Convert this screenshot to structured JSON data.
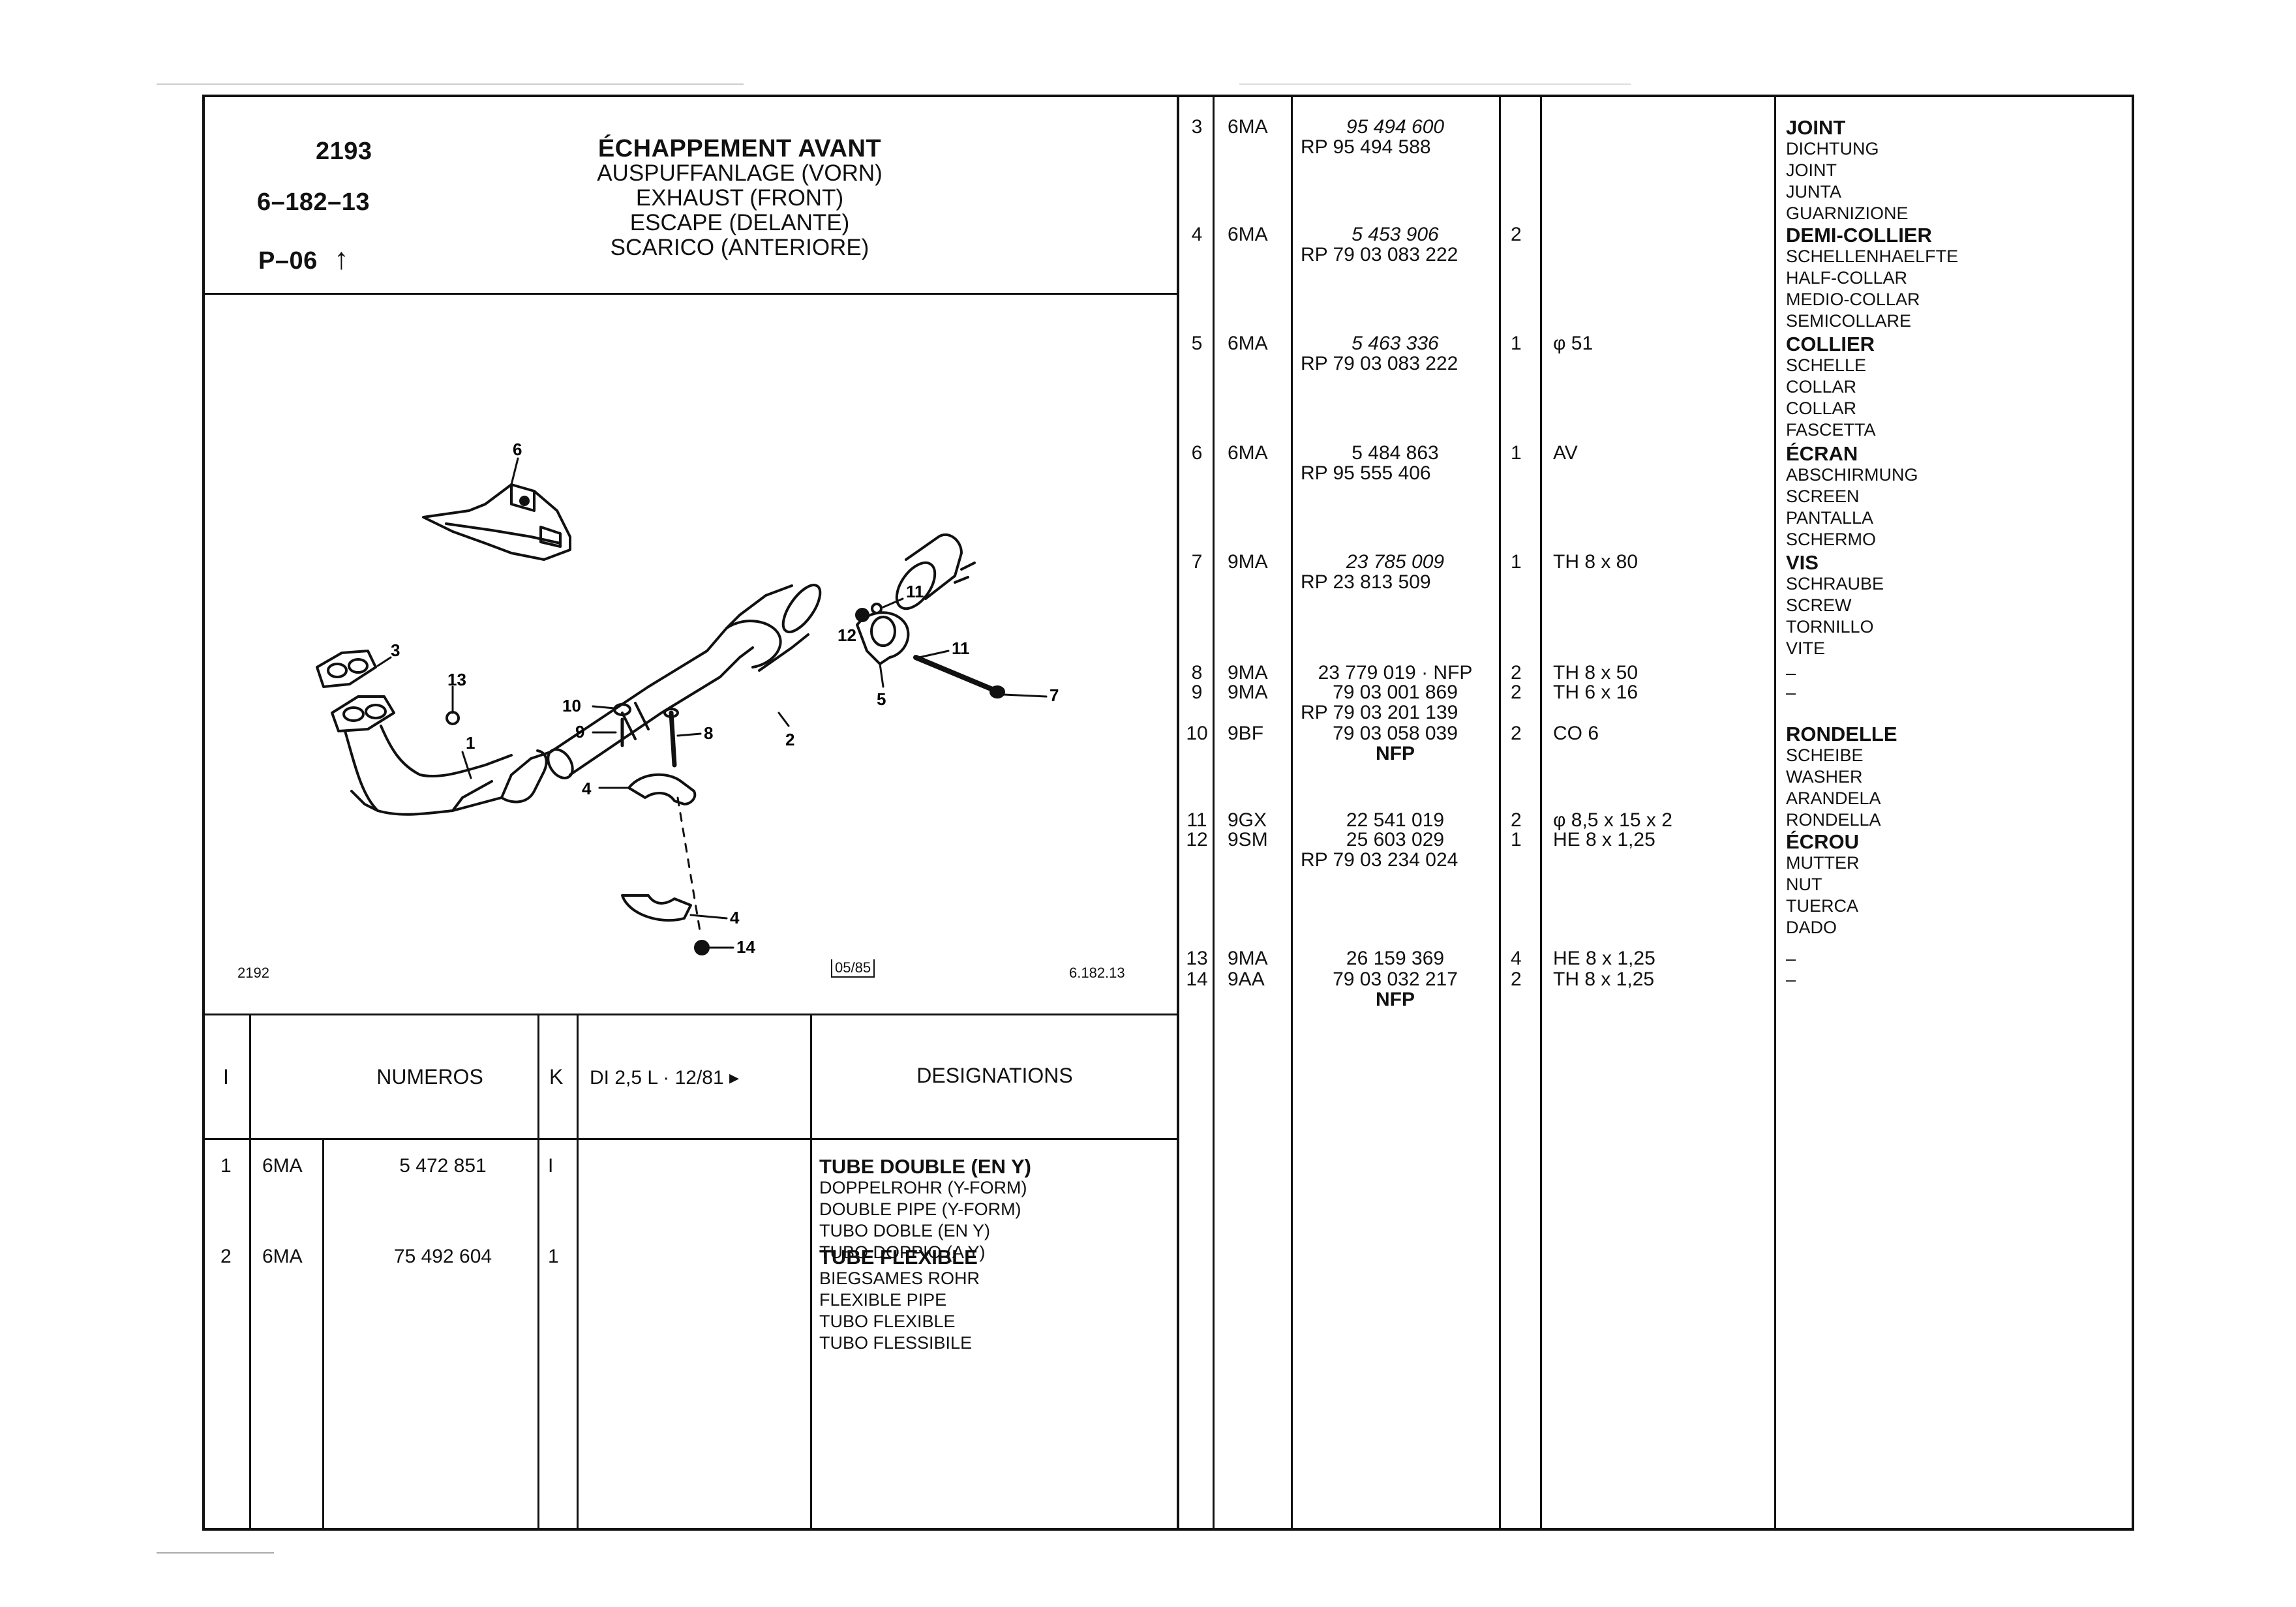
{
  "header": {
    "group_code": "2193",
    "section_code": "6–182–13",
    "page_ref": "P–06",
    "page_arrow": "↑",
    "titles": [
      "ÉCHAPPEMENT AVANT",
      "AUSPUFFANLAGE (VORN)",
      "EXHAUST (FRONT)",
      "ESCAPE (DELANTE)",
      "SCARICO (ANTERIORE)"
    ]
  },
  "diagram": {
    "callouts": [
      "1",
      "2",
      "3",
      "4",
      "4",
      "5",
      "6",
      "7",
      "8",
      "9",
      "10",
      "11",
      "11",
      "12",
      "13",
      "14"
    ],
    "footer_left": "2192",
    "footer_mid": "05/85",
    "footer_right": "6.182.13"
  },
  "table_header": {
    "col_index": "I",
    "col_numbers": "NUMEROS",
    "col_k": "K",
    "col_model": "DI 2,5 L · 12/81 ▸",
    "col_designations": "DESIGNATIONS"
  },
  "left_rows": [
    {
      "idx": "1",
      "code": "6MA",
      "number": "5 472 851",
      "qty": "I",
      "desc": [
        "TUBE DOUBLE (EN Y)",
        "DOPPELROHR (Y-FORM)",
        "DOUBLE PIPE (Y-FORM)",
        "TUBO DOBLE (EN Y)",
        "TUBO DOPPIO (A Y)"
      ]
    },
    {
      "idx": "2",
      "code": "6MA",
      "number": "75 492 604",
      "qty": "1",
      "desc": [
        "TUBE FLEXIBLE",
        "BIEGSAMES ROHR",
        "FLEXIBLE PIPE",
        "TUBO FLEXIBLE",
        "TUBO FLESSIBILE"
      ]
    }
  ],
  "right_rows": [
    {
      "idx": "3",
      "code": "6MA",
      "lines": [
        "95 494 600",
        "RP 95 494 588"
      ],
      "italic_first": true,
      "qty": "",
      "spec": "",
      "desc": [
        "JOINT",
        "DICHTUNG",
        "JOINT",
        "JUNTA",
        "GUARNIZIONE"
      ]
    },
    {
      "idx": "4",
      "code": "6MA",
      "lines": [
        "5 453 906",
        "RP 79 03 083 222"
      ],
      "italic_first": true,
      "qty": "2",
      "spec": "",
      "desc": [
        "DEMI-COLLIER",
        "SCHELLENHAELFTE",
        "HALF-COLLAR",
        "MEDIO-COLLAR",
        "SEMICOLLARE"
      ]
    },
    {
      "idx": "5",
      "code": "6MA",
      "lines": [
        "5 463 336",
        "RP 79 03 083 222"
      ],
      "italic_first": true,
      "qty": "1",
      "spec": "φ 51",
      "desc": [
        "COLLIER",
        "SCHELLE",
        "COLLAR",
        "COLLAR",
        "FASCETTA"
      ]
    },
    {
      "idx": "6",
      "code": "6MA",
      "lines": [
        "5 484 863",
        "RP 95 555 406"
      ],
      "italic_first": false,
      "qty": "1",
      "spec": "AV",
      "desc": [
        "ÉCRAN",
        "ABSCHIRMUNG",
        "SCREEN",
        "PANTALLA",
        "SCHERMO"
      ]
    },
    {
      "idx": "7",
      "code": "9MA",
      "lines": [
        "23 785 009",
        "RP 23 813 509"
      ],
      "italic_first": true,
      "qty": "1",
      "spec": "TH 8 x 80",
      "desc": [
        "VIS",
        "SCHRAUBE",
        "SCREW",
        "TORNILLO",
        "VITE"
      ]
    },
    {
      "idx": "8",
      "code": "9MA",
      "lines": [
        "23 779 019 · NFP"
      ],
      "italic_first": false,
      "qty": "2",
      "spec": "TH 8 x 50",
      "desc": [
        "–"
      ]
    },
    {
      "idx": "9",
      "code": "9MA",
      "lines": [
        "79 03 001 869",
        "RP 79 03 201 139"
      ],
      "italic_first": false,
      "qty": "2",
      "spec": "TH 6 x 16",
      "desc": [
        "–"
      ]
    },
    {
      "idx": "10",
      "code": "9BF",
      "lines": [
        "79 03 058 039",
        "NFP"
      ],
      "italic_first": false,
      "qty": "2",
      "spec": "CO 6",
      "desc": [
        "RONDELLE",
        "SCHEIBE",
        "WASHER",
        "ARANDELA",
        "RONDELLA"
      ]
    },
    {
      "idx": "11",
      "code": "9GX",
      "lines": [
        "22 541 019"
      ],
      "italic_first": false,
      "qty": "2",
      "spec": "φ 8,5 x 15 x 2",
      "desc": []
    },
    {
      "idx": "12",
      "code": "9SM",
      "lines": [
        "25 603 029",
        "RP 79 03 234 024"
      ],
      "italic_first": false,
      "qty": "1",
      "spec": "HE 8 x 1,25",
      "desc": [
        "ÉCROU",
        "MUTTER",
        "NUT",
        "TUERCA",
        "DADO"
      ]
    },
    {
      "idx": "13",
      "code": "9MA",
      "lines": [
        "26 159 369"
      ],
      "italic_first": false,
      "qty": "4",
      "spec": "HE 8 x 1,25",
      "desc": [
        "–"
      ]
    },
    {
      "idx": "14",
      "code": "9AA",
      "lines": [
        "79 03 032 217",
        "NFP"
      ],
      "italic_first": false,
      "qty": "2",
      "spec": "TH 8 x 1,25",
      "desc": [
        "–"
      ]
    }
  ]
}
